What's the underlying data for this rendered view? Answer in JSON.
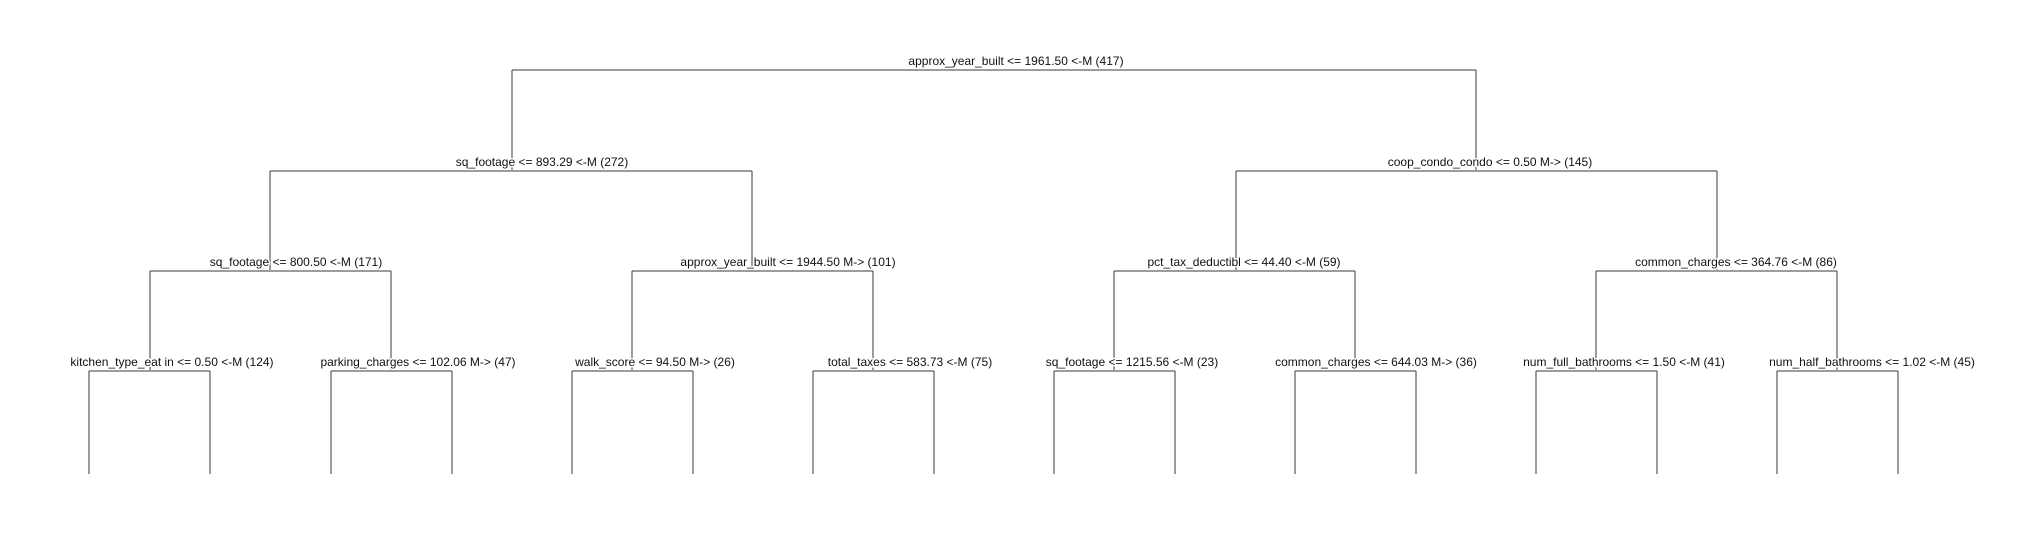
{
  "tree": {
    "nodes": [
      {
        "id": "n1",
        "label": "approx_year_built <= 1961.50 <-M (417)"
      },
      {
        "id": "n2",
        "label": "sq_footage <= 893.29 <-M (272)"
      },
      {
        "id": "n3",
        "label": "coop_condo_condo <= 0.50 M-> (145)"
      },
      {
        "id": "n4",
        "label": "sq_footage <= 800.50 <-M (171)"
      },
      {
        "id": "n5",
        "label": "approx_year_built <= 1944.50 M-> (101)"
      },
      {
        "id": "n6",
        "label": "pct_tax_deductibl <= 44.40 <-M (59)"
      },
      {
        "id": "n7",
        "label": "common_charges <= 364.76 <-M (86)"
      },
      {
        "id": "n8",
        "label": "kitchen_type_eat in <= 0.50 <-M (124)"
      },
      {
        "id": "n9",
        "label": "parking_charges <= 102.06 M-> (47)"
      },
      {
        "id": "n10",
        "label": "walk_score <= 94.50 M-> (26)"
      },
      {
        "id": "n11",
        "label": "total_taxes <= 583.73 <-M (75)"
      },
      {
        "id": "n12",
        "label": "sq_footage <= 1215.56 <-M (23)"
      },
      {
        "id": "n13",
        "label": "common_charges <= 644.03 M-> (36)"
      },
      {
        "id": "n14",
        "label": "num_full_bathrooms <= 1.50 <-M (41)"
      },
      {
        "id": "n15",
        "label": "num_half_bathrooms <= 1.02 <-M (45)"
      }
    ]
  }
}
